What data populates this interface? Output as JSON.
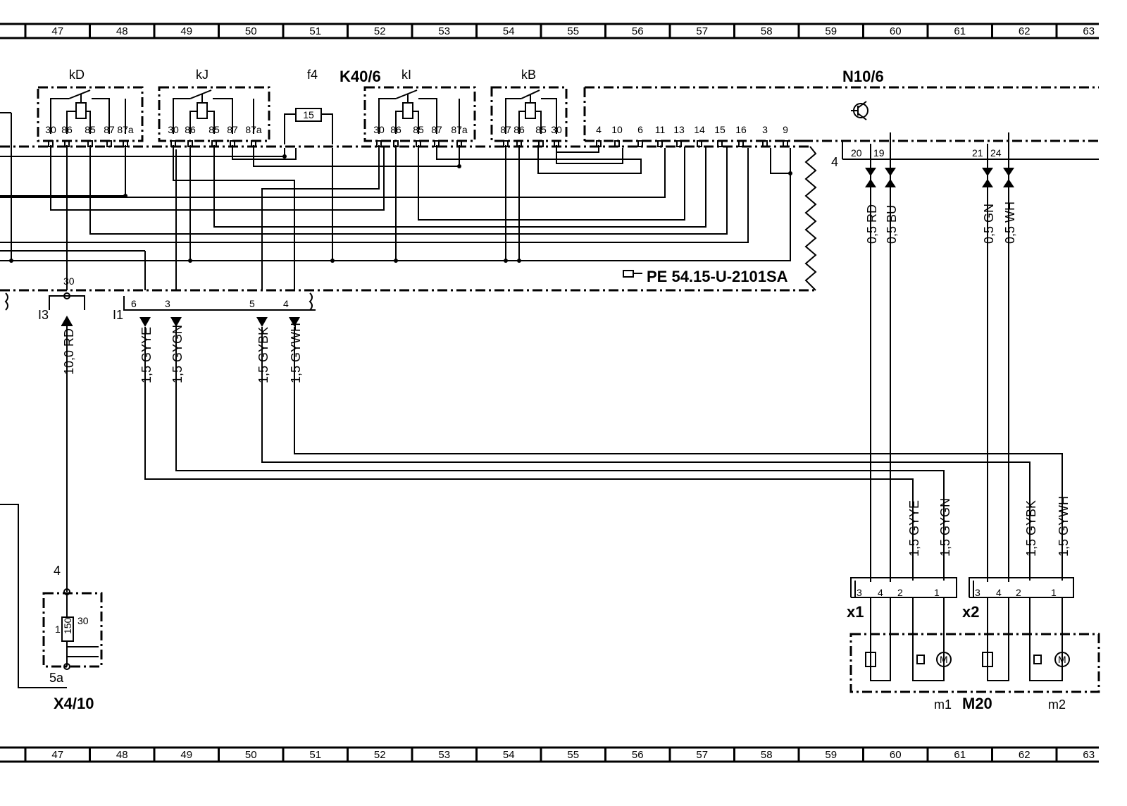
{
  "ruler": {
    "columns": [
      "47",
      "48",
      "49",
      "50",
      "51",
      "52",
      "53",
      "54",
      "55",
      "56",
      "57",
      "58",
      "59",
      "60",
      "61",
      "62",
      "63"
    ]
  },
  "components": {
    "kD": {
      "label": "kD",
      "pins": [
        "30",
        "86",
        "85",
        "87",
        "87a"
      ]
    },
    "kJ": {
      "label": "kJ",
      "pins": [
        "30",
        "86",
        "85",
        "87",
        "87a"
      ]
    },
    "f4": {
      "label": "f4",
      "fuse": "15"
    },
    "K40_6": {
      "label": "K40/6"
    },
    "kI": {
      "label": "kI",
      "pins": [
        "30",
        "86",
        "85",
        "87",
        "87a"
      ]
    },
    "kB": {
      "label": "kB",
      "pins": [
        "87",
        "86",
        "85",
        "30"
      ]
    },
    "N10_6": {
      "label": "N10/6",
      "pins": [
        "4",
        "10",
        "6",
        "11",
        "13",
        "14",
        "15",
        "16",
        "3",
        "9"
      ],
      "right_pins": [
        "20",
        "19",
        "21",
        "24"
      ],
      "side_label": "4"
    },
    "X4_10": {
      "label": "X4/10",
      "pin_top": "4",
      "pin_bottom": "5a",
      "fuse": "150",
      "fuse_left": "1",
      "fuse_right": "30"
    },
    "M20": {
      "label": "M20",
      "m1": "m1",
      "m2": "m2"
    },
    "x1": {
      "label": "x1",
      "pins": [
        "3",
        "4",
        "2",
        "1"
      ]
    },
    "x2": {
      "label": "x2",
      "pins": [
        "3",
        "4",
        "2",
        "1"
      ]
    }
  },
  "reference": {
    "text": "PE 54.15-U-2101SA"
  },
  "connectors": {
    "I3": {
      "label": "I3",
      "pin": "30"
    },
    "I1": {
      "label": "I1",
      "pins": [
        "6",
        "3",
        "5",
        "4"
      ]
    }
  },
  "wires": {
    "w_rd_10": "10,0  RD",
    "w_gyye": "1,5  GYYE",
    "w_gygn": "1,5  GYGN",
    "w_gybk": "1,5  GYBK",
    "w_gywh": "1,5  GYWH",
    "w_05rd": "0,5  RD",
    "w_05bu": "0,5  BU",
    "w_05gn": "0,5  GN",
    "w_05wh": "0,5  WH",
    "w_r_gyye": "1,5  GYYE",
    "w_r_gygn": "1,5  GYGN",
    "w_r_gybk": "1,5  GYBK",
    "w_r_gywh": "1,5  GYWH"
  }
}
